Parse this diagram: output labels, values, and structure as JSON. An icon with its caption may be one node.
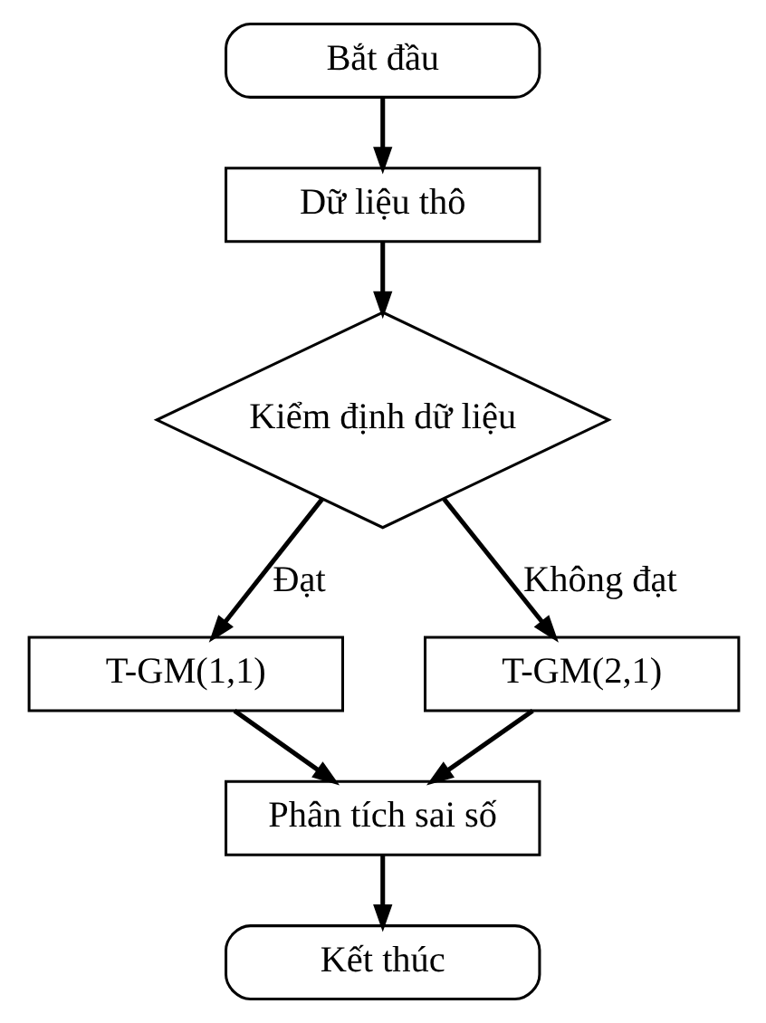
{
  "diagram": {
    "nodes": [
      {
        "text": [
          "Bắt đầu"
        ]
      },
      {
        "text": [
          "Dữ liệu thô"
        ]
      },
      {
        "text": [
          "Kiểm định dữ liệu"
        ]
      },
      {
        "text": [
          "T-GM(1,1)"
        ]
      },
      {
        "text": [
          "T-GM(2,1)"
        ]
      },
      {
        "text": [
          "Phân tích sai số"
        ]
      },
      {
        "text": [
          "Kết thúc"
        ]
      }
    ],
    "edges": [
      {
        "from": 0,
        "to": 1,
        "arrow": "to"
      },
      {
        "from": 1,
        "to": 2,
        "arrow": "to"
      },
      {
        "from": 2,
        "to": 3,
        "arrow": "to",
        "label": "Đạt"
      },
      {
        "from": 2,
        "to": 4,
        "arrow": "to",
        "label": "Không đạt"
      },
      {
        "from": 3,
        "to": 5,
        "arrow": "to"
      },
      {
        "from": 4,
        "to": 5,
        "arrow": "to"
      },
      {
        "from": 5,
        "to": 6,
        "arrow": "to"
      }
    ]
  }
}
